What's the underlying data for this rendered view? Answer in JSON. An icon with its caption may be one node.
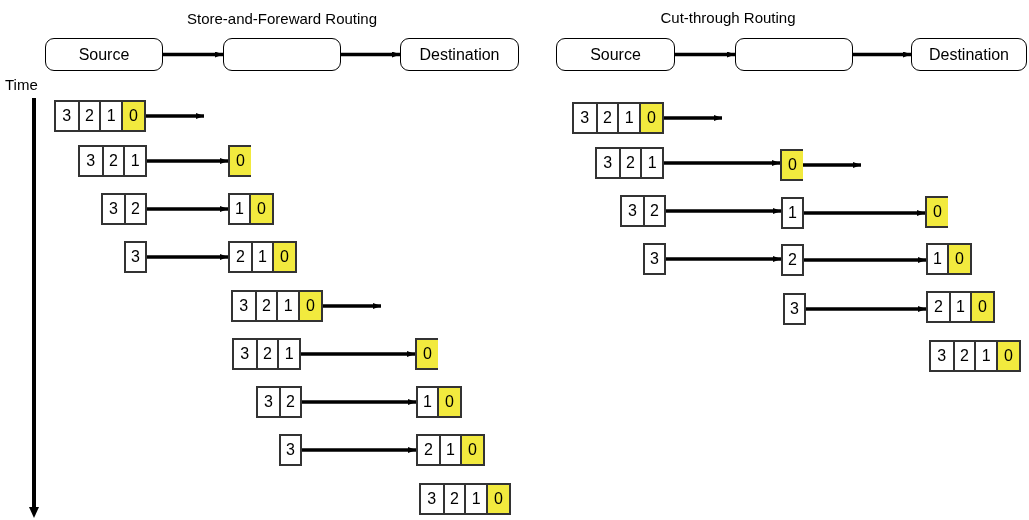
{
  "diagram": {
    "nodes": [
      {
        "text": [
          "Source"
        ]
      },
      {
        "text": [],
        "shape": "box"
      },
      {
        "text": [
          "Destination"
        ]
      },
      {
        "text": [
          "Source"
        ]
      },
      {
        "text": [],
        "shape": "box"
      },
      {
        "text": [
          "Destination"
        ]
      },
      {
        "text": [
          "3",
          "2",
          "1"
        ]
      },
      {
        "text": [
          "0"
        ],
        "in": 6
      },
      {
        "text": [
          "3",
          "2",
          "1"
        ]
      },
      {
        "text": [],
        "shape": "bar"
      },
      {
        "text": [
          "0"
        ],
        "in": 9
      },
      {
        "text": [
          "3",
          "2"
        ]
      },
      {
        "text": [
          "1"
        ]
      },
      {
        "text": [
          "0"
        ],
        "in": 12
      },
      {
        "text": [
          "3"
        ]
      },
      {
        "text": [
          "2",
          "1"
        ]
      },
      {
        "text": [
          "0"
        ],
        "in": 15
      },
      {
        "text": [
          "3",
          "2",
          "1"
        ]
      },
      {
        "text": [
          "0"
        ],
        "in": 17
      },
      {
        "text": [
          "3",
          "2",
          "1"
        ]
      },
      {
        "text": [],
        "shape": "bar"
      },
      {
        "text": [
          "0"
        ],
        "in": 20
      },
      {
        "text": [
          "3",
          "2"
        ]
      },
      {
        "text": [
          "1"
        ]
      },
      {
        "text": [
          "0"
        ],
        "in": 23
      },
      {
        "text": [
          "3"
        ]
      },
      {
        "text": [
          "2",
          "1"
        ]
      },
      {
        "text": [
          "0"
        ],
        "in": 26
      },
      {
        "text": [
          "3",
          "2",
          "1"
        ]
      },
      {
        "text": [
          "0"
        ],
        "in": 28
      },
      {
        "text": [
          "3",
          "2",
          "1"
        ]
      },
      {
        "text": [
          "0"
        ],
        "in": 30
      },
      {
        "text": [
          "3",
          "2",
          "1"
        ]
      },
      {
        "text": [],
        "shape": "bar"
      },
      {
        "text": [
          "0"
        ],
        "in": 33
      },
      {
        "text": [
          "3",
          "2"
        ]
      },
      {
        "text": [
          "1"
        ]
      },
      {
        "text": [],
        "shape": "bar"
      },
      {
        "text": [
          "0"
        ],
        "in": 37
      },
      {
        "text": [
          "3"
        ]
      },
      {
        "text": [
          "2"
        ]
      },
      {
        "text": [
          "1"
        ]
      },
      {
        "text": [
          "0"
        ],
        "in": 41
      },
      {
        "text": [
          "3"
        ]
      },
      {
        "text": [
          "2",
          "1"
        ]
      },
      {
        "text": [
          "0"
        ],
        "in": 44
      },
      {
        "text": [
          "3",
          "2",
          "1"
        ]
      },
      {
        "text": [
          "0"
        ],
        "in": 46
      }
    ],
    "edges": [
      {
        "from": 0,
        "to": 1,
        "arrow": "to"
      },
      {
        "from": 1,
        "to": 2,
        "arrow": "to"
      },
      {
        "from": 3,
        "to": 4,
        "arrow": "to"
      },
      {
        "from": 4,
        "to": 5,
        "arrow": "to"
      },
      {
        "from": 6,
        "to": null,
        "arrow": "to"
      },
      {
        "from": 8,
        "to": 9,
        "arrow": "to"
      },
      {
        "from": 11,
        "to": 12,
        "arrow": "to"
      },
      {
        "from": 14,
        "to": 15,
        "arrow": "to"
      },
      {
        "from": 17,
        "to": null,
        "arrow": "to"
      },
      {
        "from": 19,
        "to": 20,
        "arrow": "to"
      },
      {
        "from": 22,
        "to": 23,
        "arrow": "to"
      },
      {
        "from": 25,
        "to": 26,
        "arrow": "to"
      },
      {
        "from": 30,
        "to": null,
        "arrow": "to"
      },
      {
        "from": 32,
        "to": 33,
        "arrow": "to"
      },
      {
        "from": 33,
        "to": null,
        "arrow": "to"
      },
      {
        "from": 35,
        "to": 36,
        "arrow": "to"
      },
      {
        "from": 36,
        "to": 37,
        "arrow": "to"
      },
      {
        "from": 39,
        "to": 40,
        "arrow": "to"
      },
      {
        "from": 40,
        "to": 41,
        "arrow": "to"
      },
      {
        "from": 43,
        "to": 44,
        "arrow": "to"
      }
    ],
    "labels": [
      "Store-and-Foreward Routing",
      "Cut-through Routing",
      "Time"
    ]
  }
}
